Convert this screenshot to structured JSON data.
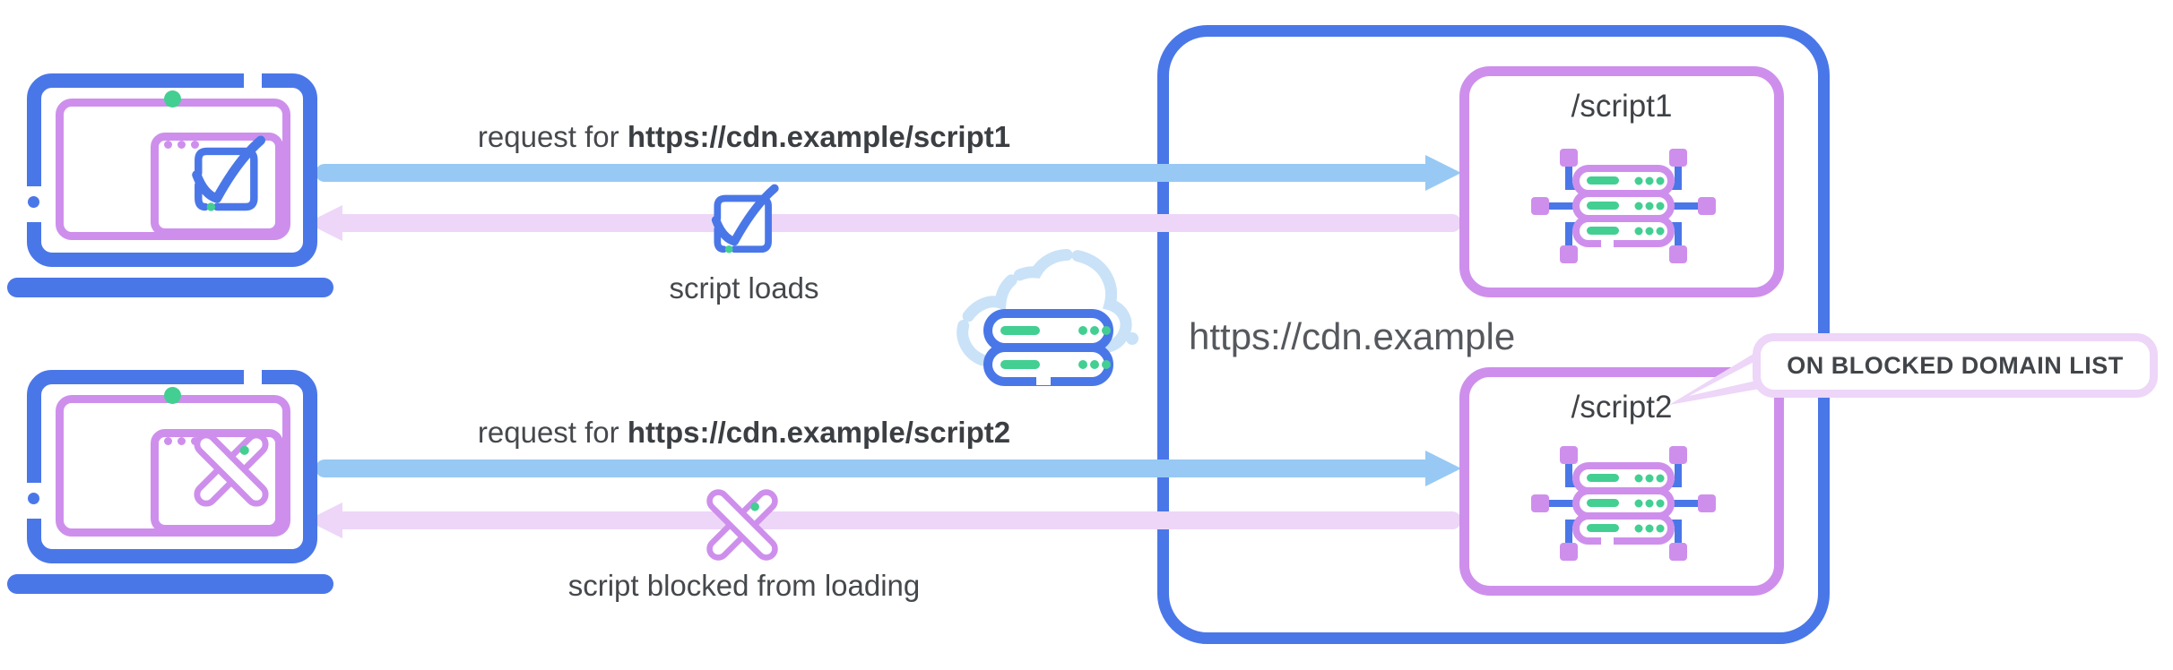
{
  "page": {
    "background": "#ffffff"
  },
  "colors": {
    "blue": "#4A77E8",
    "light_blue": "#97C9F4",
    "pale_blue": "#C9E2F7",
    "purple": "#CE8FEC",
    "lavender": "#EDD6F8",
    "green": "#43CF92",
    "text_gray": "#45484C"
  },
  "flow1": {
    "request_prefix": "request for ",
    "request_url": "https://cdn.example/script1",
    "result_label": "script loads"
  },
  "flow2": {
    "request_prefix": "request for ",
    "request_url": "https://cdn.example/script2",
    "result_label": "script blocked from loading"
  },
  "cdn": {
    "domain_label": "https://cdn.example",
    "endpoint1_label": "/script1",
    "endpoint2_label": "/script2"
  },
  "callout": {
    "label": "ON BLOCKED DOMAIN LIST"
  },
  "icons": {
    "client_ok": "laptop-check-icon",
    "client_blocked": "laptop-cross-icon",
    "result_ok": "check-square-icon",
    "result_blocked": "cross-icon",
    "network": "cloud-server-icon",
    "endpoint": "server-network-icon"
  }
}
